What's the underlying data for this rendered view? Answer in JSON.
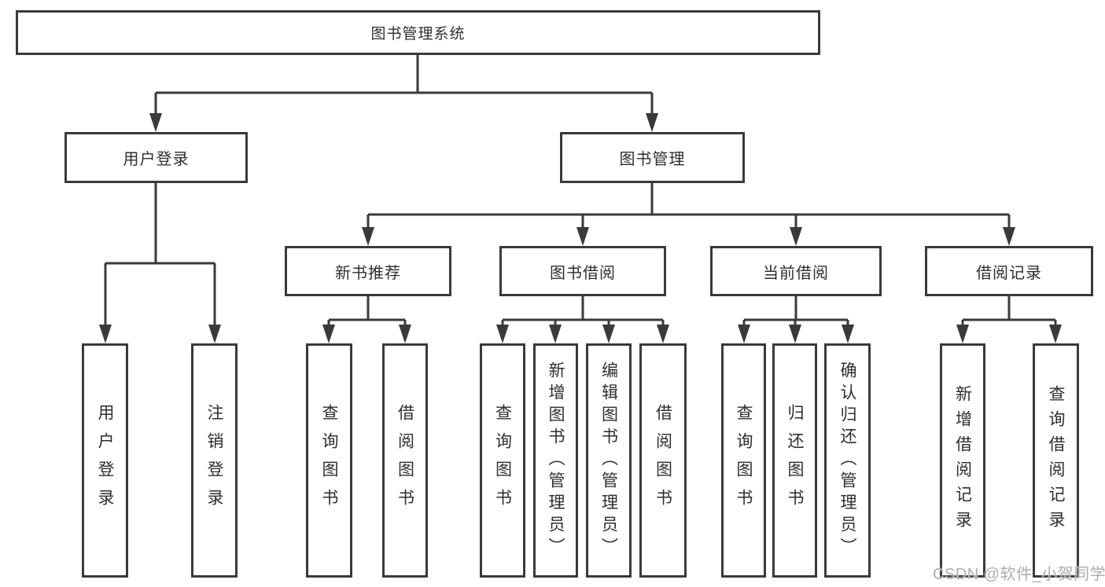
{
  "tree": {
    "root": {
      "label": "图书管理系统"
    },
    "branches": [
      {
        "label": "用户登录",
        "children": [
          {
            "label": "用户登录"
          },
          {
            "label": "注销登录"
          }
        ]
      },
      {
        "label": "图书管理",
        "children": [
          {
            "label": "新书推荐",
            "children": [
              {
                "label": "查询图书"
              },
              {
                "label": "借阅图书"
              }
            ]
          },
          {
            "label": "图书借阅",
            "children": [
              {
                "label": "查询图书"
              },
              {
                "label": "新增图书（管理员）"
              },
              {
                "label": "编辑图书（管理员）"
              },
              {
                "label": "借阅图书"
              }
            ]
          },
          {
            "label": "当前借阅",
            "children": [
              {
                "label": "查询图书"
              },
              {
                "label": "归还图书"
              },
              {
                "label": "确认归还（管理员）"
              }
            ]
          },
          {
            "label": "借阅记录",
            "children": [
              {
                "label": "新增借阅记录"
              },
              {
                "label": "查询借阅记录"
              }
            ]
          }
        ]
      }
    ]
  },
  "watermark": {
    "text": "CSDN @软件_小贺同学"
  },
  "colors": {
    "line": "#3a3a3a",
    "box_border": "#3a3a3a",
    "text": "#2e2e2e",
    "watermark": "#adadad",
    "background": "#ffffff"
  }
}
